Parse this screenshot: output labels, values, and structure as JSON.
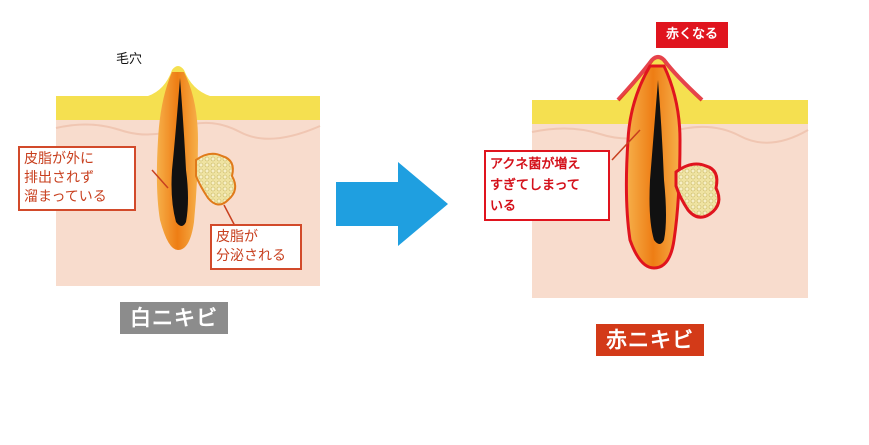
{
  "left_panel": {
    "pore_label": "毛穴",
    "callout_sebum_trapped": [
      "皮脂が外に",
      "排出されず",
      "溜まっている"
    ],
    "callout_sebum_secreted": [
      "皮脂が",
      "分泌される"
    ],
    "title": "白ニキビ",
    "title_bg_color": "#8c8c8c"
  },
  "arrow": {
    "color": "#1f9fe0",
    "icon": "right-arrow-icon"
  },
  "right_panel": {
    "top_tag": "赤くなる",
    "callout_bacteria": [
      "アクネ菌が増え",
      "すぎてしまって",
      "いる"
    ],
    "title": "赤ニキビ",
    "title_bg_color": "#d33a18",
    "inflamed_color": "#e0141e"
  },
  "colors": {
    "skin_surface": "#f5e050",
    "dermis": "#f8dccd",
    "follicle": "#f08a1e",
    "hair": "#111111",
    "gland": "#e8d890"
  }
}
